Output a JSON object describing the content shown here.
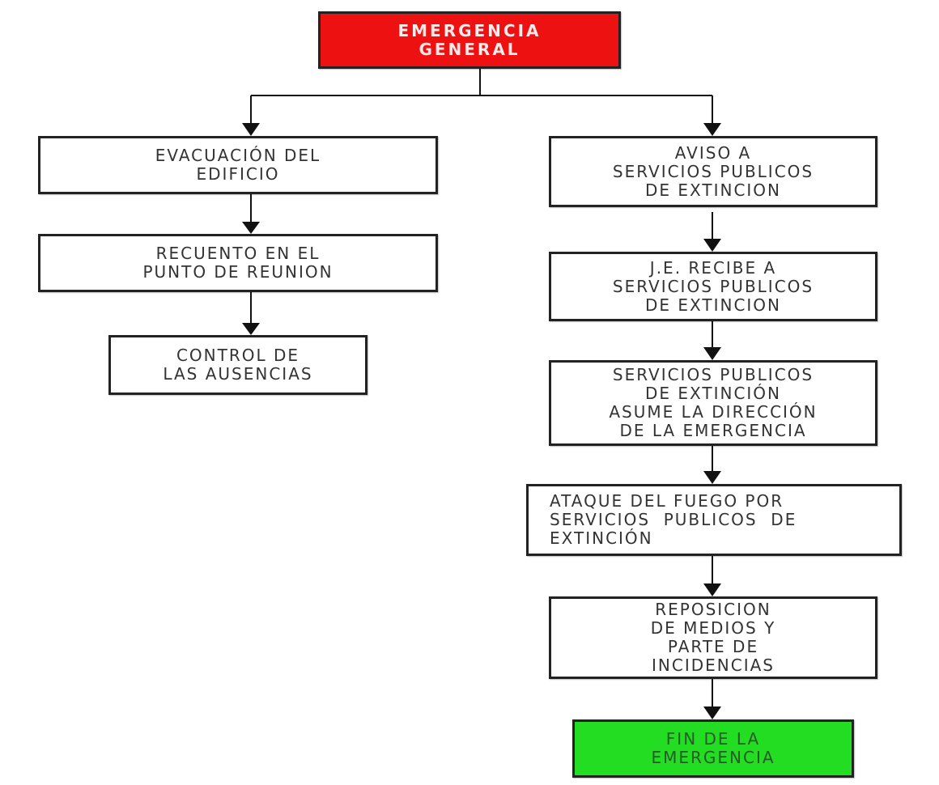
{
  "diagram": {
    "title": "Emergencia General",
    "colors": {
      "start": "#ee1111",
      "end": "#22dd22",
      "line": "#111111"
    },
    "nodes": [
      {
        "id": "root",
        "lines": [
          "EMERGENCIA",
          "GENERAL"
        ]
      },
      {
        "id": "evac",
        "lines": [
          "EVACUACIÓN DEL",
          "EDIFICIO"
        ]
      },
      {
        "id": "recuento",
        "lines": [
          "RECUENTO EN EL",
          "PUNTO DE REUNION"
        ]
      },
      {
        "id": "control",
        "lines": [
          "CONTROL DE",
          "LAS AUSENCIAS"
        ]
      },
      {
        "id": "aviso",
        "lines": [
          "AVISO A",
          "SERVICIOS PUBLICOS",
          "DE EXTINCION"
        ]
      },
      {
        "id": "je",
        "lines": [
          "J.E. RECIBE A",
          "SERVICIOS PUBLICOS",
          "DE EXTINCION"
        ]
      },
      {
        "id": "asume",
        "lines": [
          "SERVICIOS PUBLICOS",
          "DE EXTINCIÓN",
          "ASUME LA DIRECCIÓN",
          "DE LA EMERGENCIA"
        ]
      },
      {
        "id": "ataque",
        "lines": [
          "ATAQUE DEL FUEGO POR",
          "SERVICIOS  PUBLICOS  DE",
          "EXTINCIÓN"
        ]
      },
      {
        "id": "reposicion",
        "lines": [
          "REPOSICION",
          "DE MEDIOS Y",
          "PARTE DE",
          "INCIDENCIAS"
        ]
      },
      {
        "id": "end",
        "lines": [
          "FIN DE LA",
          "EMERGENCIA"
        ]
      }
    ],
    "edges": [
      {
        "from": "root",
        "to": "evac"
      },
      {
        "from": "root",
        "to": "aviso"
      },
      {
        "from": "evac",
        "to": "recuento"
      },
      {
        "from": "recuento",
        "to": "control"
      },
      {
        "from": "aviso",
        "to": "je"
      },
      {
        "from": "je",
        "to": "asume"
      },
      {
        "from": "asume",
        "to": "ataque"
      },
      {
        "from": "ataque",
        "to": "reposicion"
      },
      {
        "from": "reposicion",
        "to": "end"
      }
    ]
  }
}
